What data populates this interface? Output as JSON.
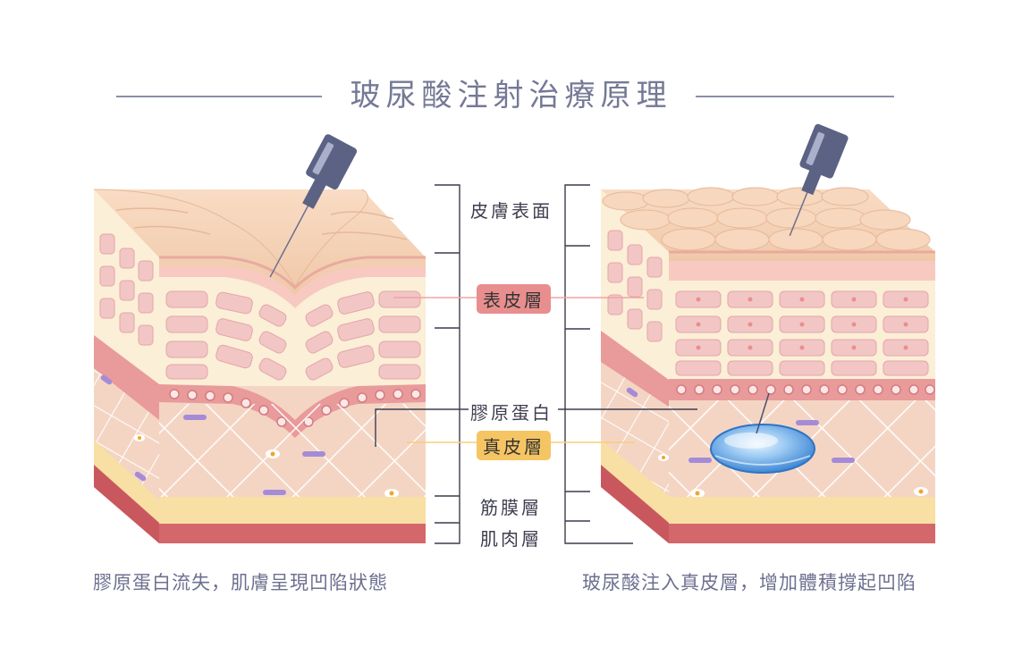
{
  "title": "玻尿酸注射治療原理",
  "labels": {
    "skin_surface": "皮膚表面",
    "epidermis": "表皮層",
    "collagen": "膠原蛋白",
    "dermis": "真皮層",
    "fascia": "筋膜層",
    "muscle": "肌肉層"
  },
  "captions": {
    "left": "膠原蛋白流失，肌膚呈現凹陷狀態",
    "right": "玻尿酸注入真皮層，增加體積撐起凹陷"
  },
  "colors": {
    "title": "#757996",
    "epidermis_pill": "#e98e8e",
    "dermis_pill": "#f6c563",
    "epidermis_line": "#f0a3a3",
    "dermis_line": "#f7cf7a",
    "caption": "#6d7090"
  }
}
